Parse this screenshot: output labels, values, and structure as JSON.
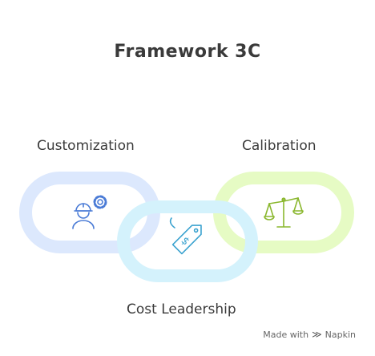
{
  "title": "Framework 3C",
  "links": [
    {
      "label": "Customization",
      "icon": "worker-gear-icon",
      "color": "#dce8fd",
      "icon_color": "#4a7bd6"
    },
    {
      "label": "Cost Leadership",
      "icon": "price-tag-icon",
      "color": "#d4f2fc",
      "icon_color": "#3aa2cf"
    },
    {
      "label": "Calibration",
      "icon": "balance-scale-icon",
      "color": "#e6fbc4",
      "icon_color": "#8ab72e"
    }
  ],
  "watermark": {
    "prefix": "Made with",
    "brand": "Napkin"
  }
}
